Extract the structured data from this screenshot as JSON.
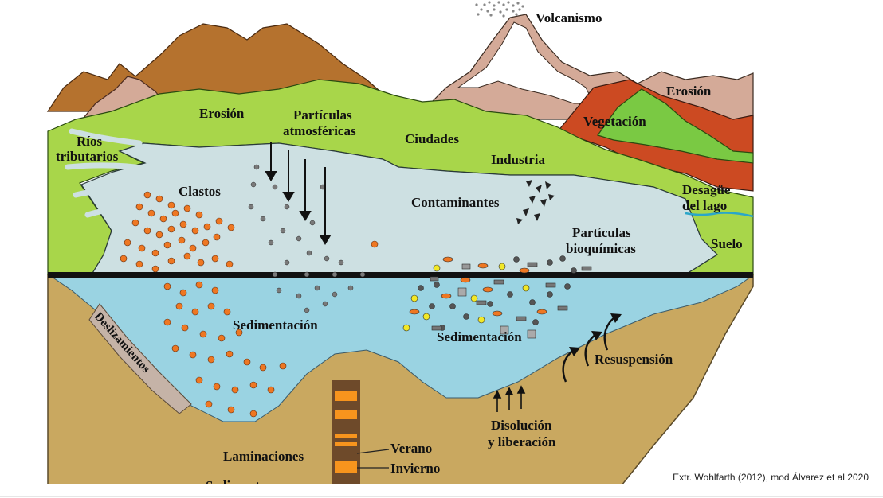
{
  "labels": {
    "volcanismo": "Volcanismo",
    "erosion_left": "Erosión",
    "erosion_right": "Erosión",
    "particulas_atm_1": "Partículas",
    "particulas_atm_2": "atmosféricas",
    "rios_1": "Ríos",
    "rios_2": "tributarios",
    "ciudades": "Ciudades",
    "vegetacion": "Vegetación",
    "industria": "Industria",
    "clastos": "Clastos",
    "contaminantes": "Contaminantes",
    "desague_1": "Desagüe",
    "desague_2": "del lago",
    "suelo": "Suelo",
    "particulas_bio_1": "Partículas",
    "particulas_bio_2": "bioquímicas",
    "sedimentacion_left": "Sedimentación",
    "sedimentacion_right": "Sedimentación",
    "deslizamientos": "Deslizamientos",
    "resuspension": "Resuspensión",
    "disolucion_1": "Disolución",
    "disolucion_2": "y liberación",
    "laminaciones": "Laminaciones",
    "verano": "Verano",
    "invierno": "Invierno",
    "sedimento": "Sedimento"
  },
  "credit": "Extr. Wohlfarth (2012), mod Álvarez et al 2020",
  "colors": {
    "mountain_brown": "#b5722e",
    "mountain_pink": "#d4aa98",
    "green_land": "#a8d64a",
    "vegetation_red": "#cc4a22",
    "vegetation_green": "#7ac943",
    "lake_surface": "#cde0e2",
    "water": "#9ad3e2",
    "sediment": "#c9a860",
    "slide": "#c5b3a7",
    "clast_orange": "#ee7722",
    "pollutant_gray": "#7a7a7a",
    "bio_yellow": "#f2e827",
    "core_dark": "#6e4a2a",
    "core_orange": "#f7941d",
    "outflow_blue": "#2aa6c9"
  }
}
